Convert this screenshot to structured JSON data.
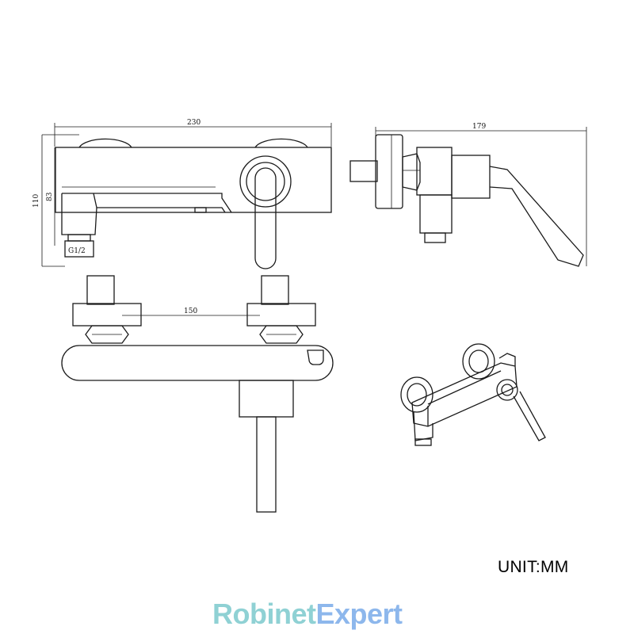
{
  "drawing": {
    "dim_width": "230",
    "dim_height_total": "110",
    "dim_height_body": "83",
    "dim_thread": "G1/2",
    "dim_depth": "179",
    "dim_centers": "150"
  },
  "unit_label": "UNIT:MM",
  "brand": {
    "part1": "Robinet",
    "part2": "Expert",
    "color1": "#8fd1d4",
    "color2": "#8db7ec"
  }
}
